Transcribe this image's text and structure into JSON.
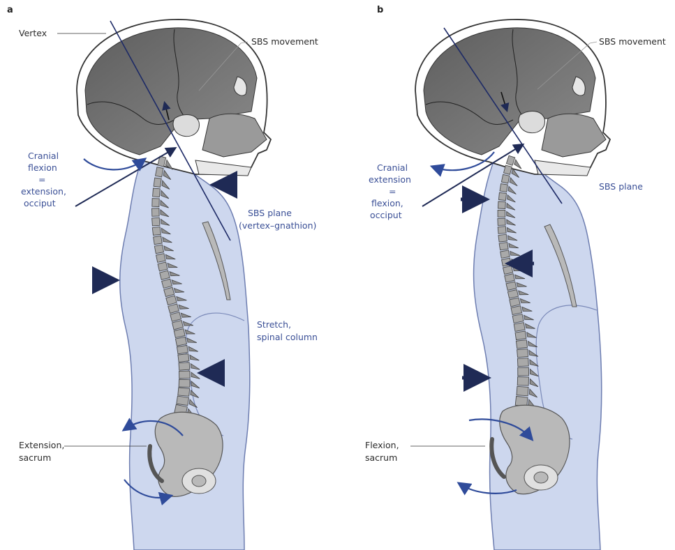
{
  "panels": [
    {
      "letter": "a",
      "vertex": "Vertex",
      "sbs_movement": "SBS movement",
      "cranial": [
        "Cranial",
        "flexion",
        "=",
        "extension,",
        "occiput"
      ],
      "sbs_plane": [
        "SBS plane",
        "(vertex–gnathion)"
      ],
      "stretch": [
        "Stretch,",
        "spinal column"
      ],
      "sacrum": [
        "Extension,",
        "sacrum"
      ]
    },
    {
      "letter": "b",
      "sbs_movement": "SBS movement",
      "cranial": [
        "Cranial",
        "extension",
        "=",
        "flexion,",
        "occiput"
      ],
      "sbs_plane": [
        "SBS plane"
      ],
      "sacrum": [
        "Flexion,",
        "sacrum"
      ]
    }
  ],
  "colors": {
    "body_fill": "#cdd7ee",
    "body_outline": "#6d7db0",
    "skull_dark": "#6a6a6a",
    "skull_light": "#d8d8d8",
    "bone_fill": "#b9b9b9",
    "bone_outline": "#555555",
    "navy_arrow": "#1f2a55",
    "blue_arrow": "#2f4b9a",
    "plane_line": "#1d2a66",
    "label_blue": "#3a4f96",
    "label_dark": "#2b2b2b"
  }
}
